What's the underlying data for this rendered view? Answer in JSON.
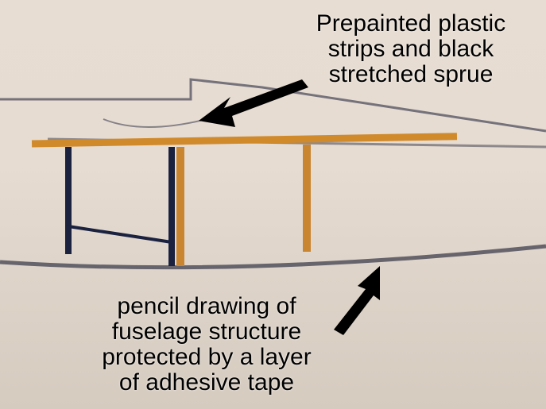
{
  "captions": {
    "top": [
      "Prepainted plastic",
      "strips and black",
      "stretched sprue"
    ],
    "bottom": [
      "pencil drawing of",
      "fuselage structure",
      "protected by a layer",
      "of adhesive tape"
    ]
  }
}
